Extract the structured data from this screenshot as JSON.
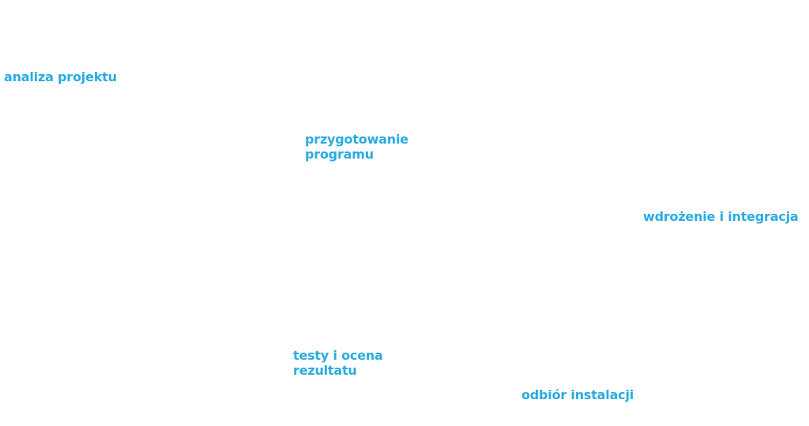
{
  "accent_color": "#29abe2",
  "steps": [
    {
      "lines": [
        "analiza projektu"
      ]
    },
    {
      "lines": [
        "przygotowanie",
        "programu"
      ]
    },
    {
      "lines": [
        "wdrożenie i integracja"
      ]
    },
    {
      "lines": [
        "testy i ocena",
        "rezultatu"
      ]
    },
    {
      "lines": [
        "odbiór instalacji"
      ]
    }
  ]
}
